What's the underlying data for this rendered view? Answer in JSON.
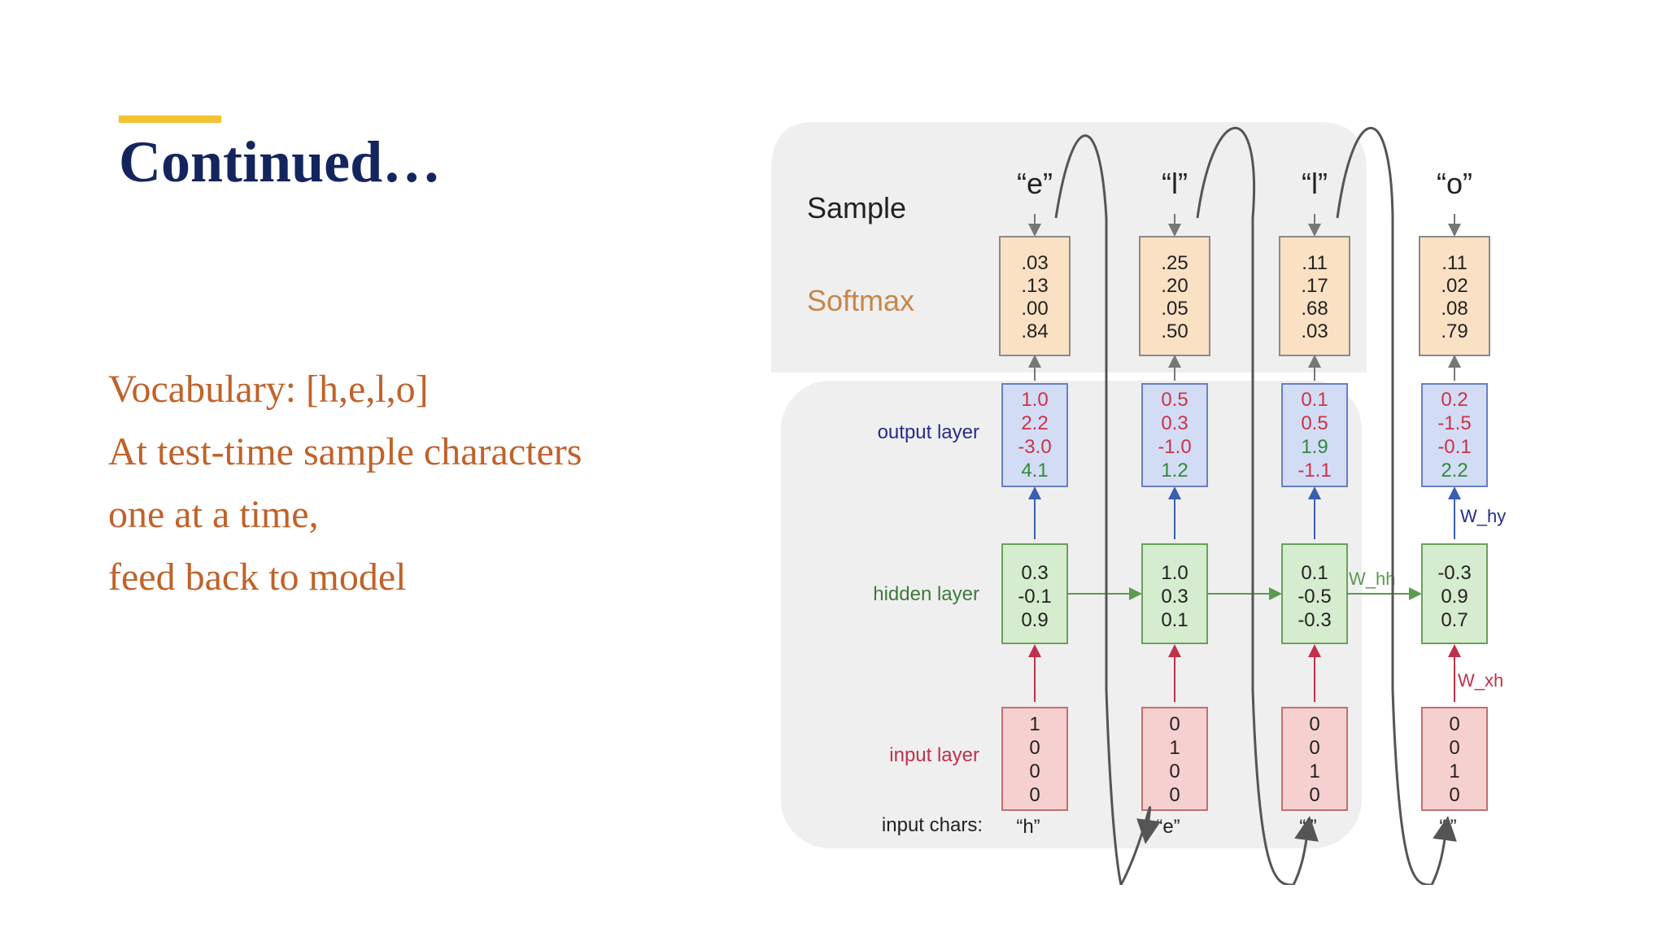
{
  "slide": {
    "title": "Continued…",
    "body_lines": [
      "Vocabulary: [h,e,l,o]",
      "At test-time sample characters",
      "one at a time,",
      "feed back to model"
    ]
  },
  "diagram": {
    "row_labels": {
      "sample": "Sample",
      "softmax": "Softmax",
      "output": "output layer",
      "hidden": "hidden layer",
      "input": "input layer",
      "input_chars": "input chars:"
    },
    "weight_labels": {
      "why": "W_hy",
      "whh": "W_hh",
      "wxh": "W_xh"
    },
    "columns": [
      {
        "sample": "“e”",
        "softmax": [
          ".03",
          ".13",
          ".00",
          ".84"
        ],
        "output": [
          "1.0",
          "2.2",
          "-3.0",
          "4.1"
        ],
        "hidden": [
          "0.3",
          "-0.1",
          "0.9"
        ],
        "input": [
          "1",
          "0",
          "0",
          "0"
        ],
        "char": "“h”"
      },
      {
        "sample": "“l”",
        "softmax": [
          ".25",
          ".20",
          ".05",
          ".50"
        ],
        "output": [
          "0.5",
          "0.3",
          "-1.0",
          "1.2"
        ],
        "hidden": [
          "1.0",
          "0.3",
          "0.1"
        ],
        "input": [
          "0",
          "1",
          "0",
          "0"
        ],
        "char": "“e”"
      },
      {
        "sample": "“l”",
        "softmax": [
          ".11",
          ".17",
          ".68",
          ".03"
        ],
        "output": [
          "0.1",
          "0.5",
          "1.9",
          "-1.1"
        ],
        "hidden": [
          "0.1",
          "-0.5",
          "-0.3"
        ],
        "input": [
          "0",
          "0",
          "1",
          "0"
        ],
        "char": "“l”"
      },
      {
        "sample": "“o”",
        "softmax": [
          ".11",
          ".02",
          ".08",
          ".79"
        ],
        "output": [
          "0.2",
          "-1.5",
          "-0.1",
          "2.2"
        ],
        "hidden": [
          "-0.3",
          "0.9",
          "0.7"
        ],
        "input": [
          "0",
          "0",
          "1",
          "0"
        ],
        "char": "“l”"
      }
    ],
    "colors": {
      "panel": "#efefef",
      "softmax_fill": "#fbe1c4",
      "output_fill": "#d2dcf5",
      "hidden_fill": "#d6ecce",
      "input_fill": "#f6d0cf",
      "box_stroke": "#8a8a8a",
      "output_blue_text": "#2a2a8c",
      "hidden_green_text": "#3f7a3a",
      "input_red_text": "#c0304a",
      "softmax_label": "#c8864a",
      "value_red": "#cc3344",
      "value_green": "#2f8a3a",
      "arrow_blue": "#3a5fb0",
      "arrow_green": "#5c9a4e",
      "arrow_red": "#c0304a",
      "loop_stroke": "#555555"
    }
  }
}
